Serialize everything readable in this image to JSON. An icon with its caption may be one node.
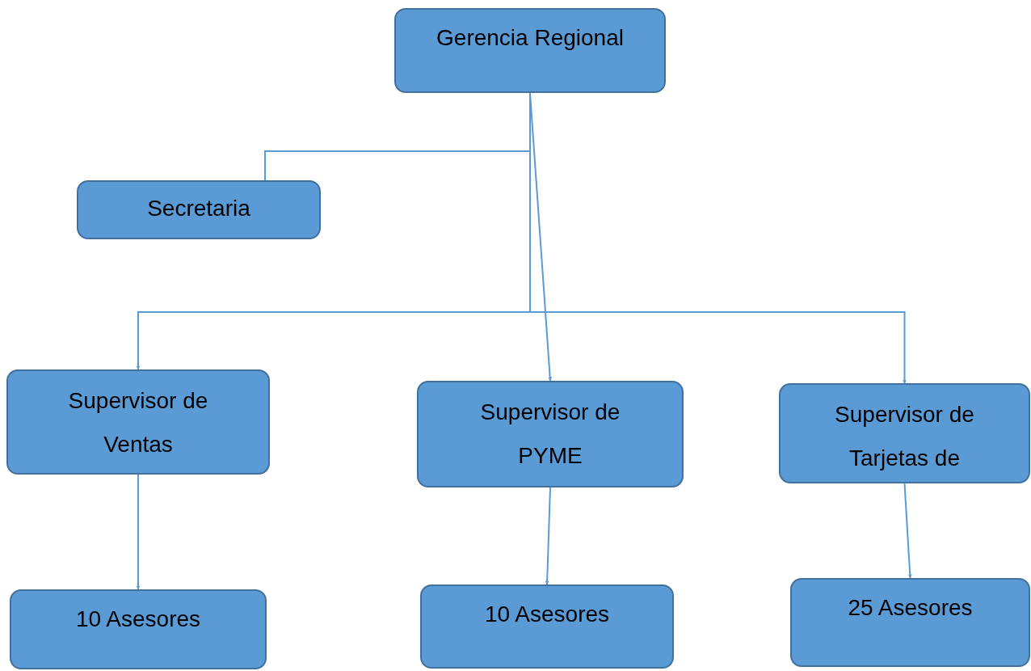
{
  "diagram": {
    "nodes": [
      {
        "text": [
          "Gerencia Regional"
        ]
      },
      {
        "text": [
          "Secretaria"
        ]
      },
      {
        "text": [
          "Supervisor de Ventas"
        ]
      },
      {
        "text": [
          "Supervisor de PYME"
        ]
      },
      {
        "text": [
          "Supervisor de Tarjetas de"
        ]
      },
      {
        "text": [
          "10 Asesores"
        ]
      },
      {
        "text": [
          "10 Asesores"
        ]
      },
      {
        "text": [
          "25 Asesores"
        ]
      }
    ],
    "edges": [
      {
        "from": 0,
        "to": 1,
        "arrow": "none"
      },
      {
        "from": 0,
        "to": 2,
        "arrow": "to"
      },
      {
        "from": 0,
        "to": 3,
        "arrow": "to"
      },
      {
        "from": 0,
        "to": 4,
        "arrow": "to"
      },
      {
        "from": 2,
        "to": 5,
        "arrow": "to"
      },
      {
        "from": 3,
        "to": 6,
        "arrow": "to"
      },
      {
        "from": 4,
        "to": 7,
        "arrow": "to"
      }
    ]
  }
}
